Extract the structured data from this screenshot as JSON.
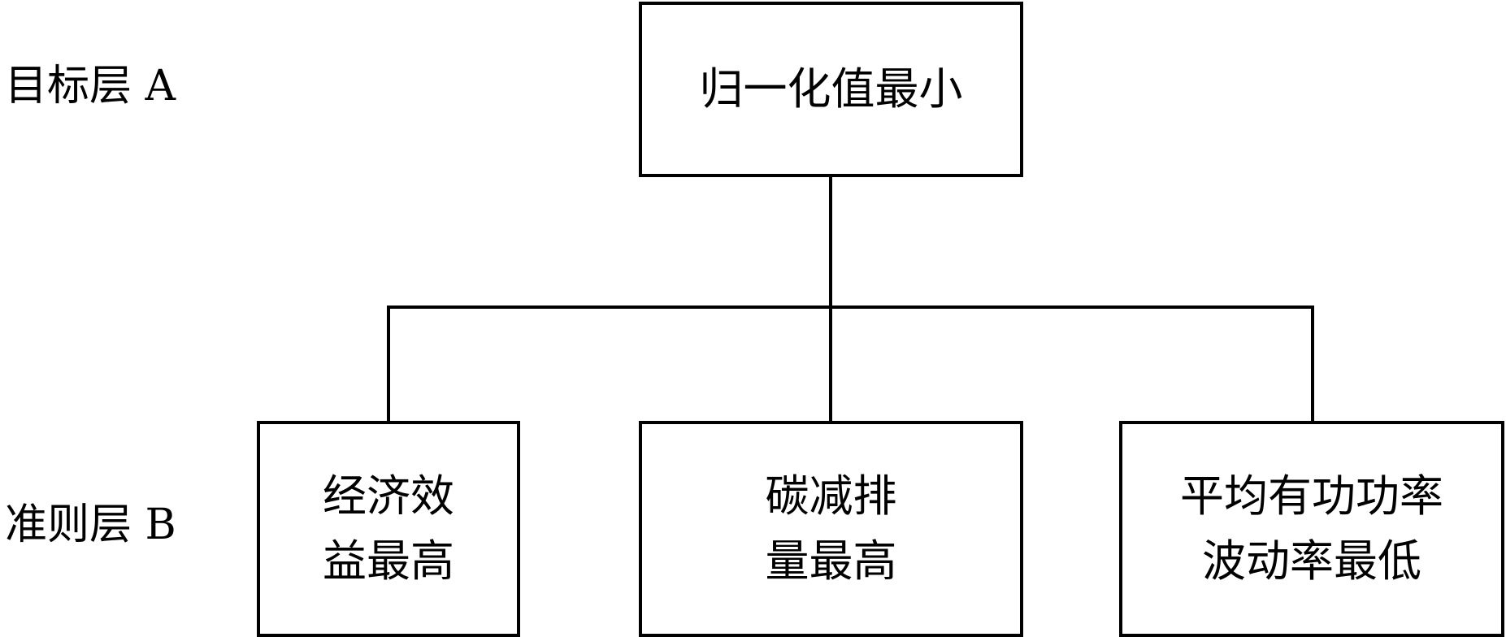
{
  "layers": {
    "goal_label": "目标层 A",
    "criteria_label": "准则层 B"
  },
  "goal": {
    "text": "归一化值最小"
  },
  "criteria": [
    {
      "line1": "经济效",
      "line2": "益最高"
    },
    {
      "line1": "碳减排",
      "line2": "量最高"
    },
    {
      "line1": "平均有功功率",
      "line2": "波动率最低"
    }
  ]
}
